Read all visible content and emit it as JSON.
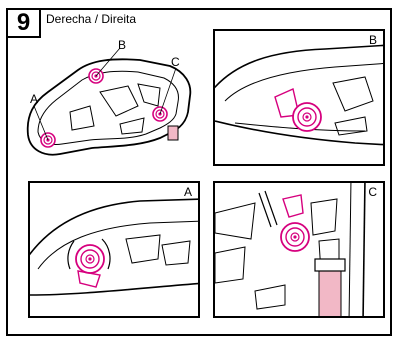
{
  "step": {
    "number": "9"
  },
  "title": "Derecha / Direita",
  "callouts": {
    "a": "A",
    "b": "B",
    "c": "C"
  },
  "panels": {
    "b": {
      "label": "B"
    },
    "a": {
      "label": "A"
    },
    "c": {
      "label": "C"
    }
  },
  "colors": {
    "line": "#000000",
    "magenta": "#d6007e",
    "pink": "#f2b8c6"
  }
}
